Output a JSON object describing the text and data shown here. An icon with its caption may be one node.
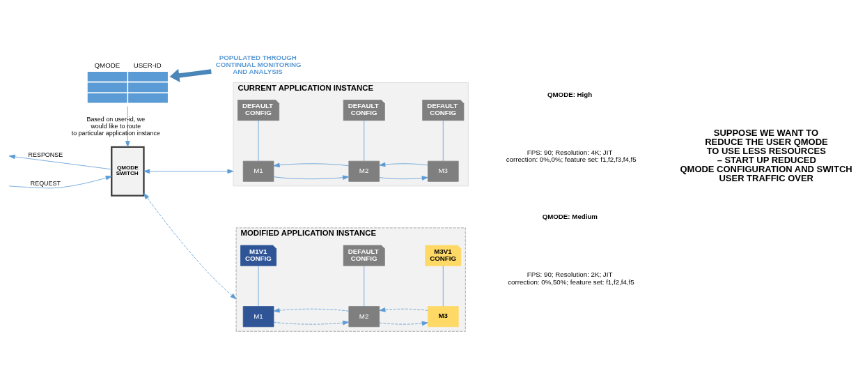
{
  "diagram": {
    "nodes": [
      {
        "text": [
          "QMODE",
          "USER-ID"
        ]
      },
      {
        "text": [
          "POPULATED THROUGH CONTINUAL MONITORING AND ANALYSIS"
        ]
      },
      {
        "text": [
          "QMODE SWITCH"
        ]
      },
      {
        "text": [
          "CURRENT APPLICATION INSTANCE"
        ]
      },
      {
        "text": [
          "M1"
        ],
        "in": 3
      },
      {
        "text": [
          "M2"
        ],
        "in": 3
      },
      {
        "text": [
          "M3"
        ],
        "in": 3
      },
      {
        "text": [
          "DEFAULT CONFIG"
        ],
        "in": 3
      },
      {
        "text": [
          "DEFAULT CONFIG"
        ],
        "in": 3
      },
      {
        "text": [
          "DEFAULT CONFIG"
        ],
        "in": 3
      },
      {
        "text": [
          "MODIFIED APPLICATION INSTANCE"
        ]
      },
      {
        "text": [
          "M1"
        ],
        "in": 10
      },
      {
        "text": [
          "M2"
        ],
        "in": 10
      },
      {
        "text": [
          "M3"
        ],
        "in": 10
      },
      {
        "text": [
          "M1V1 CONFIG"
        ],
        "in": 10
      },
      {
        "text": [
          "DEFAULT CONFIG"
        ],
        "in": 10
      },
      {
        "text": [
          "M3V1 CONFIG"
        ],
        "in": 10
      }
    ],
    "edges": [
      {
        "from": 1,
        "to": 0,
        "arrow": "to",
        "style": "thick",
        "color": "#4a86b8"
      },
      {
        "from": 0,
        "to": 2,
        "arrow": "to",
        "label": "Based on user-id, we would like to route to particular application instance"
      },
      {
        "from": null,
        "to": 2,
        "arrow": "to",
        "label": "REQUEST"
      },
      {
        "from": 2,
        "to": null,
        "arrow": "to",
        "label": "RESPONSE"
      },
      {
        "from": 2,
        "to": 3,
        "arrow": "both"
      },
      {
        "from": 2,
        "to": 10,
        "arrow": "both",
        "style": "dashed"
      },
      {
        "from": 4,
        "to": 5,
        "arrow": "to"
      },
      {
        "from": 5,
        "to": 4,
        "arrow": "to"
      },
      {
        "from": 5,
        "to": 6,
        "arrow": "to"
      },
      {
        "from": 6,
        "to": 5,
        "arrow": "to"
      },
      {
        "from": 4,
        "to": 7,
        "arrow": "none"
      },
      {
        "from": 5,
        "to": 8,
        "arrow": "none"
      },
      {
        "from": 6,
        "to": 9,
        "arrow": "none"
      },
      {
        "from": 11,
        "to": 12,
        "arrow": "to",
        "style": "dashed"
      },
      {
        "from": 12,
        "to": 11,
        "arrow": "to",
        "style": "dashed"
      },
      {
        "from": 12,
        "to": 13,
        "arrow": "to",
        "style": "dashed"
      },
      {
        "from": 13,
        "to": 12,
        "arrow": "to",
        "style": "dashed"
      },
      {
        "from": 11,
        "to": 14,
        "arrow": "none"
      },
      {
        "from": 12,
        "to": 15,
        "arrow": "none"
      },
      {
        "from": 13,
        "to": 16,
        "arrow": "none"
      }
    ],
    "labels": [
      "QMODE: High",
      "FPS: 90; Resolution: 4K; JIT correction: 0%,0%; feature set: f1,f2,f3,f4,f5",
      "SUPPOSE WE WANT TO REDUCE THE USER QMODE TO USE LESS RESOURCES – START UP REDUCED QMODE CONFIGURATION AND SWITCH USER TRAFFIC OVER",
      "QMODE: Medium",
      "FPS: 90; Resolution: 2K; JIT correction: 0%,50%; feature set: f1,f2,f4,f5"
    ]
  }
}
